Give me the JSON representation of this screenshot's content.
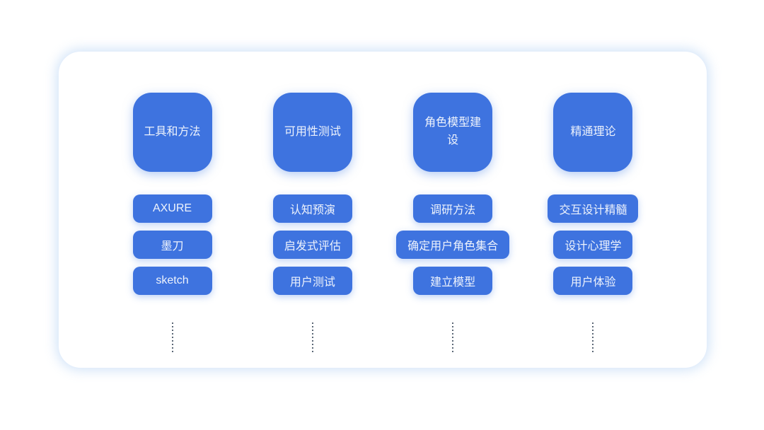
{
  "colors": {
    "accent": "#3e73df",
    "box_text": "#eef3fc",
    "panel_border": "#e4eefb",
    "dot_color": "#5b6776"
  },
  "panel": {
    "columns": [
      {
        "header": "工具和方法",
        "items": [
          "AXURE",
          "墨刀",
          "sketch"
        ]
      },
      {
        "header": "可用性测试",
        "items": [
          "认知预演",
          "启发式评估",
          "用户测试"
        ]
      },
      {
        "header": "角色模型建设",
        "items": [
          "调研方法",
          "确定用户角色集合",
          "建立模型"
        ]
      },
      {
        "header": "精通理论",
        "items": [
          "交互设计精髓",
          "设计心理学",
          "用户体验"
        ]
      }
    ]
  }
}
